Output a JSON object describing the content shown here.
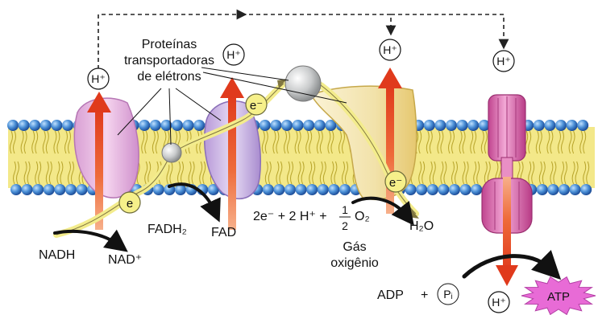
{
  "labels": {
    "proteins_line1": "Proteínas",
    "proteins_line2": "transportadoras",
    "proteins_line3": "de elétrons",
    "nadh": "NADH",
    "nad_plus": "NAD⁺",
    "fadh2": "FADH₂",
    "fad": "FAD",
    "equation_left": "2e⁻ + 2 H⁺ +",
    "half_num": "1",
    "half_den": "2",
    "o2": "O₂",
    "h2o": "H₂O",
    "oxygen_line1": "Gás",
    "oxygen_line2": "oxigênio",
    "adp": "ADP",
    "plus": "+",
    "pi": "Pᵢ",
    "atp": "ATP"
  },
  "tokens": {
    "proton": "H⁺",
    "electron_minus": "e⁻",
    "electron": "e"
  },
  "colors": {
    "background": "#ffffff",
    "membrane_head": "#4a8fd6",
    "membrane_tail": "#e8d84a",
    "proton_arrow": "#e9592e",
    "complex_pink": "#e9b7df",
    "complex_lavender": "#c9b2e3",
    "complex_cream": "#f4e8b8",
    "atp_synthase": "#d95fa9",
    "electron_path": "#f2ec8a",
    "atp_burst": "#e86bd6"
  }
}
